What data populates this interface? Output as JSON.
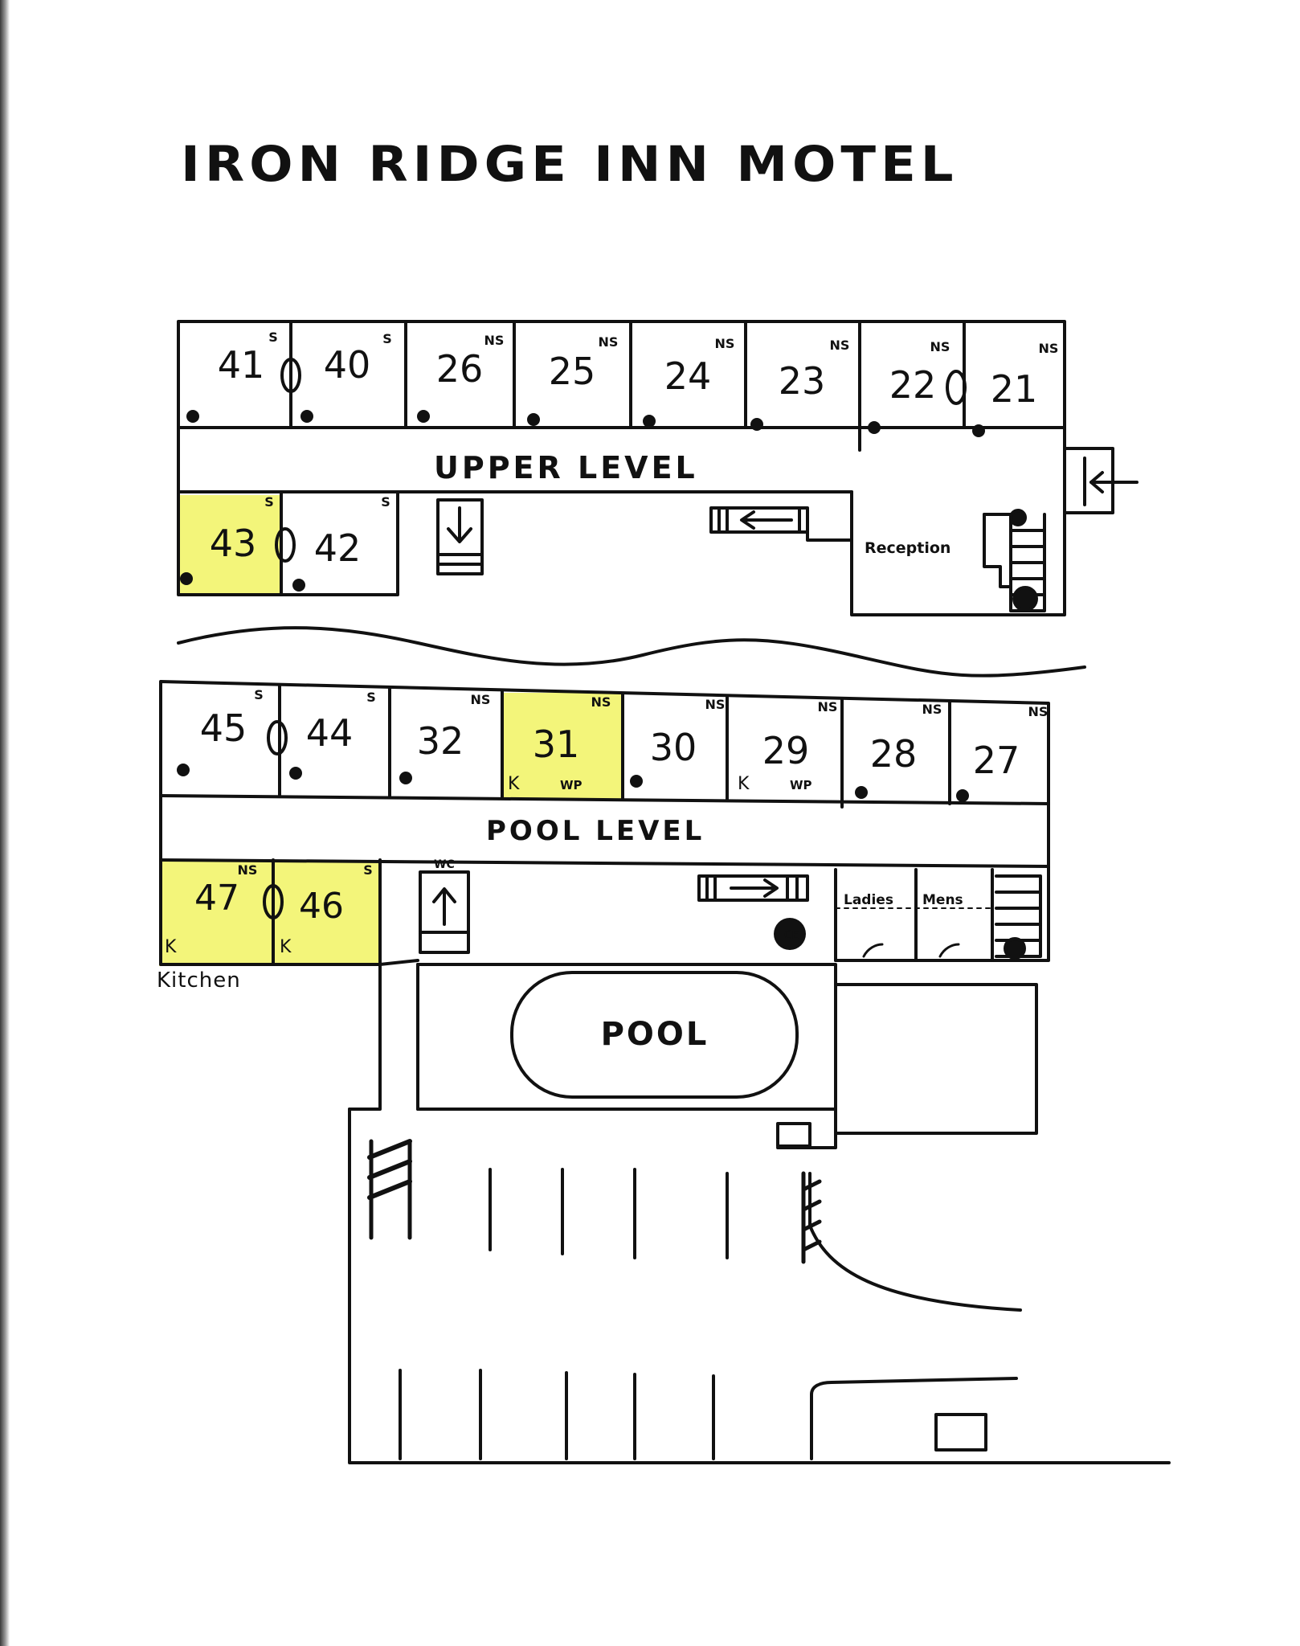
{
  "title": "IRON RIDGE INN MOTEL",
  "colors": {
    "ink": "#111111",
    "highlight": "#f3f57a",
    "paper": "#ffffff"
  },
  "upper": {
    "label": "UPPER LEVEL",
    "top_rooms": [
      {
        "number": "41",
        "mark": "S"
      },
      {
        "number": "40",
        "mark": "S"
      },
      {
        "number": "26",
        "mark": "NS"
      },
      {
        "number": "25",
        "mark": "NS"
      },
      {
        "number": "24",
        "mark": "NS"
      },
      {
        "number": "23",
        "mark": "NS"
      },
      {
        "number": "22",
        "mark": "NS"
      },
      {
        "number": "21",
        "mark": "NS"
      }
    ],
    "bottom_rooms": [
      {
        "number": "43",
        "mark": "S",
        "highlighted": true
      },
      {
        "number": "42",
        "mark": "S",
        "highlighted": false
      }
    ],
    "reception": "Reception"
  },
  "pool": {
    "label": "POOL LEVEL",
    "top_rooms": [
      {
        "number": "45",
        "mark": "S",
        "tags": []
      },
      {
        "number": "44",
        "mark": "S",
        "tags": []
      },
      {
        "number": "32",
        "mark": "NS",
        "tags": []
      },
      {
        "number": "31",
        "mark": "NS",
        "tags": [
          "K",
          "WP"
        ],
        "highlighted": true
      },
      {
        "number": "30",
        "mark": "NS",
        "tags": []
      },
      {
        "number": "29",
        "mark": "NS",
        "tags": [
          "K",
          "WP"
        ]
      },
      {
        "number": "28",
        "mark": "NS",
        "tags": []
      },
      {
        "number": "27",
        "mark": "NS",
        "tags": []
      }
    ],
    "bottom_rooms": [
      {
        "number": "47",
        "mark": "NS",
        "tag": "K",
        "highlighted": true
      },
      {
        "number": "46",
        "mark": "S",
        "tag": "K",
        "highlighted": true
      }
    ],
    "kitchen_note": "Kitchen",
    "pool_label": "POOL",
    "elevator_mark": "WC",
    "ladies": "Ladies",
    "mens": "Mens"
  },
  "icons": [
    "door-icon",
    "connecting-door-icon",
    "stairs-icon",
    "arrow-down-icon",
    "arrow-left-icon",
    "arrow-right-icon",
    "arrow-up-icon",
    "ice-machine-icon"
  ]
}
